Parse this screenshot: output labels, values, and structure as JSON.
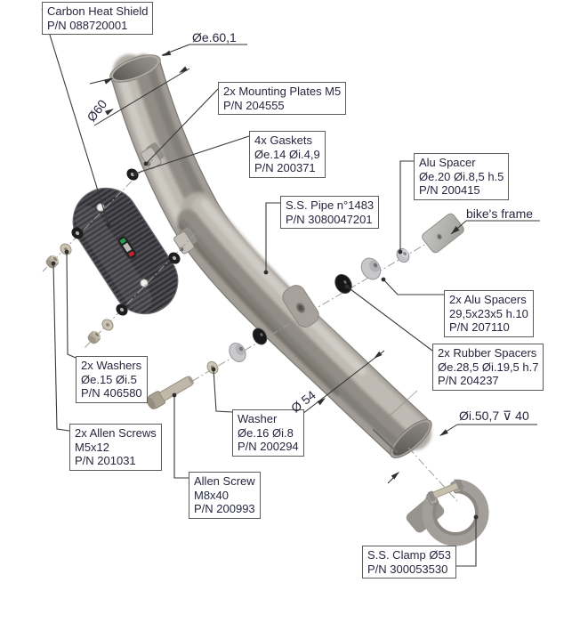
{
  "diagram": {
    "background": "#ffffff",
    "text_color": "#26263f",
    "line_color": "#333333",
    "pipe_color": "#a19d96",
    "carbon_color": "#3c3c40",
    "logo_green": "#27a04c",
    "logo_red": "#c1272d"
  },
  "labels": {
    "carbon_heat_shield": {
      "lines": [
        "Carbon Heat Shield",
        "P/N 088720001"
      ]
    },
    "mounting_plates": {
      "lines": [
        "2x Mounting Plates M5",
        "P/N 204555"
      ]
    },
    "gaskets": {
      "lines": [
        "4x Gaskets",
        "Øe.14 Øi.4,9",
        "P/N 200371"
      ]
    },
    "ss_pipe": {
      "lines": [
        "S.S. Pipe n°1483",
        "P/N 3080047201"
      ]
    },
    "alu_spacer": {
      "lines": [
        "Alu Spacer",
        "Øe.20 Øi.8,5 h.5",
        "P/N 200415"
      ]
    },
    "alu_spacers_2x": {
      "lines": [
        "2x Alu Spacers",
        "29,5x23x5 h.10",
        "P/N 207110"
      ]
    },
    "rubber_spacers_2x": {
      "lines": [
        "2x Rubber Spacers",
        "Øe.28,5 Øi.19,5 h.7",
        "P/N 204237"
      ]
    },
    "washers_2x": {
      "lines": [
        "2x Washers",
        "Øe.15 Øi.5",
        "P/N 406580"
      ]
    },
    "allen_screws_2x": {
      "lines": [
        "2x Allen Screws",
        "M5x12",
        "P/N 201031"
      ]
    },
    "washer": {
      "lines": [
        "Washer",
        "Øe.16 Øi.8",
        "P/N 200294"
      ]
    },
    "allen_screw": {
      "lines": [
        "Allen Screw",
        "M8x40",
        "P/N 200993"
      ]
    },
    "ss_clamp": {
      "lines": [
        "S.S. Clamp Ø53",
        "P/N 300053530"
      ]
    }
  },
  "callouts": {
    "bikes_frame": "bike's frame"
  },
  "dimensions": {
    "outlet_outer_diameter": "Øe.60,1",
    "pipe_top_diameter": "Ø60",
    "pipe_mid_diameter": "Ø 54",
    "inlet_inner_diameter": "Øi.50,7 ⊽ 40"
  }
}
